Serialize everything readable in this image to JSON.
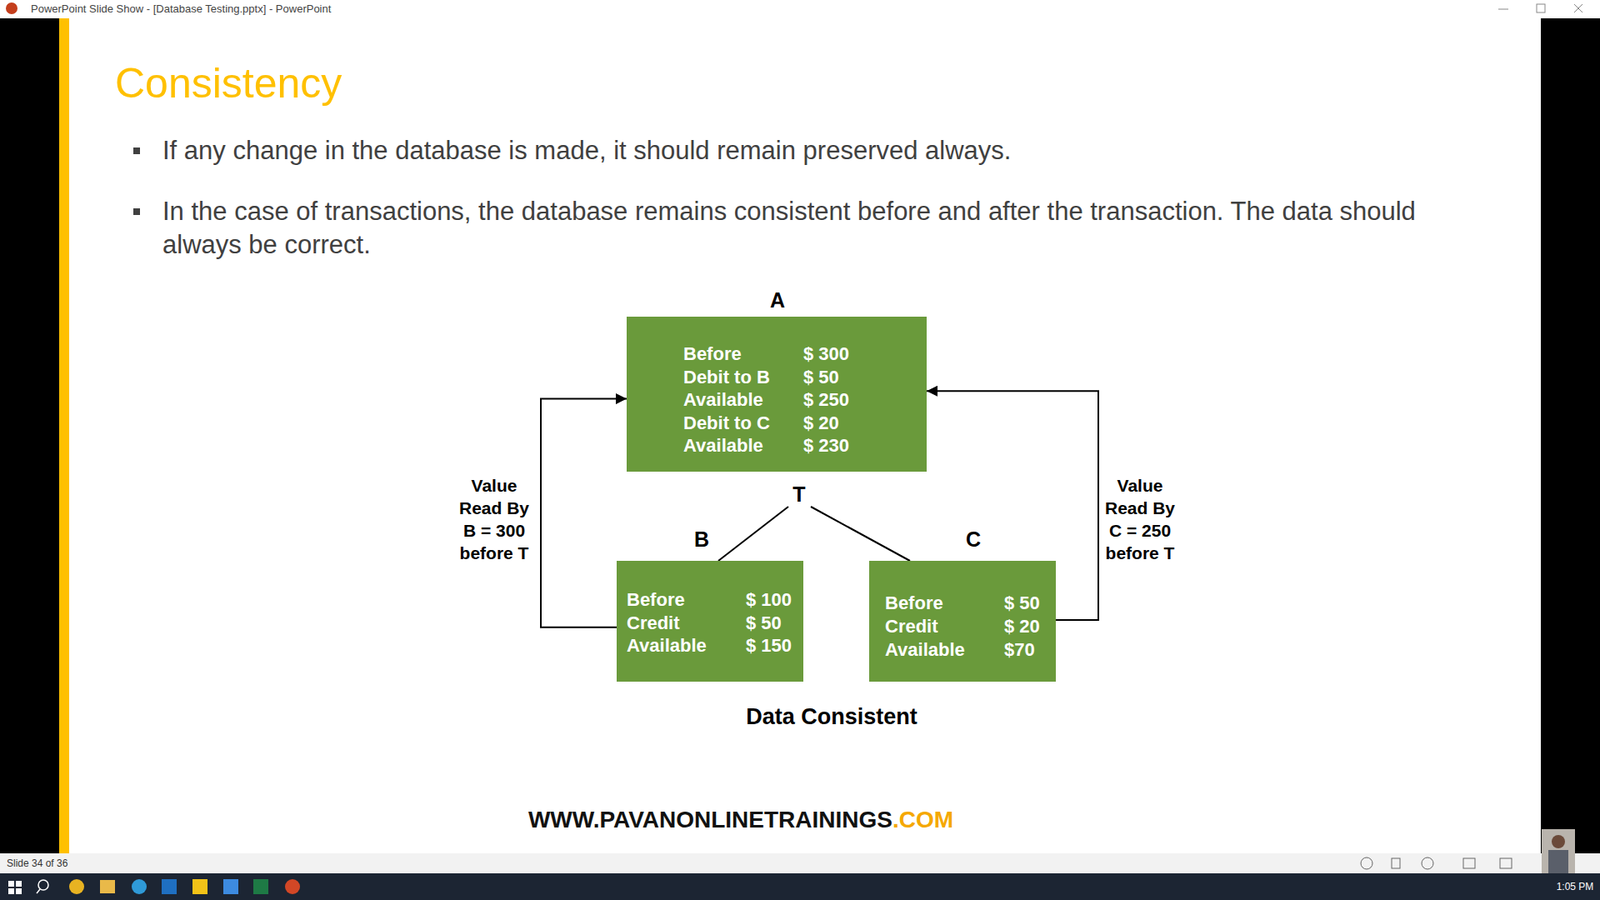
{
  "diagram": {
    "title": "Consistency",
    "caption": "Data Consistent",
    "nodes": [
      {
        "text": [
          "A",
          "Before",
          "$ 300",
          "Debit to B",
          "$ 50",
          "Available",
          "$ 250",
          "Debit to C",
          "$ 20",
          "Available",
          "$ 230"
        ]
      },
      {
        "text": [
          "B",
          "Before",
          "$ 100",
          "Credit",
          "$ 50",
          "Available",
          "$ 150"
        ]
      },
      {
        "text": [
          "C",
          "Before",
          "$ 50",
          "Credit",
          "$ 20",
          "Available",
          "$70"
        ]
      }
    ],
    "edges": [
      {
        "from": 1,
        "to": 0,
        "arrow": "to",
        "label": "Value Read By B = 300 before T"
      },
      {
        "from": 2,
        "to": 0,
        "arrow": "to",
        "label": "Value Read By C = 250 before T"
      }
    ],
    "labels": [
      "PowerPoint Slide Show - [Database Testing.pptx] - PowerPoint",
      "If any change in the database is made, it should remain preserved always.",
      "In the case of transactions, the database remains consistent before and after the transaction. The data should always be correct.",
      "T",
      "WWW.PAVANONLINETRAININGS",
      ".COM",
      "Slide 34 of 36",
      "1:05 PM"
    ]
  }
}
